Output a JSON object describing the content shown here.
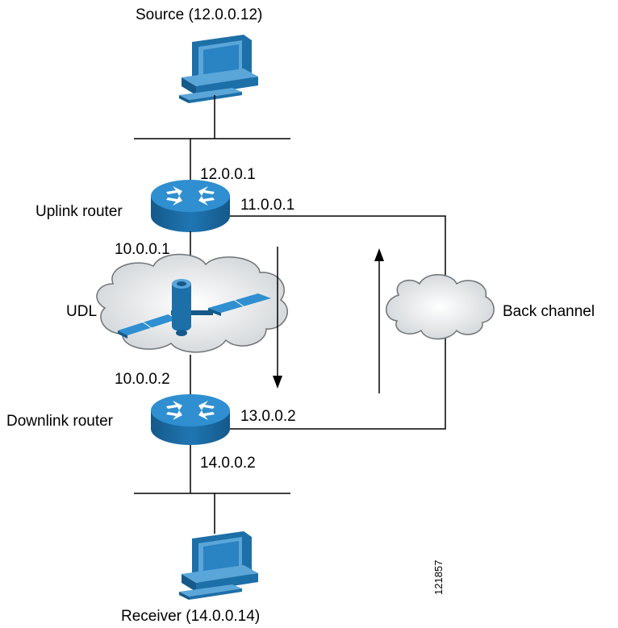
{
  "nodes": {
    "source": "Source (12.0.0.12)",
    "receiver": "Receiver (14.0.0.14)",
    "uplink_router": "Uplink router",
    "downlink_router": "Downlink router",
    "udl": "UDL",
    "back_channel": "Back channel"
  },
  "addresses": {
    "uplink_top": "12.0.0.1",
    "uplink_right": "11.0.0.1",
    "uplink_bottom": "10.0.0.1",
    "downlink_top": "10.0.0.2",
    "downlink_right": "13.0.0.2",
    "downlink_bottom": "14.0.0.2"
  },
  "figure_id": "121857",
  "colors": {
    "router_fill": "#1d6fa8",
    "router_top": "#2f8fd0",
    "monitor_fill": "#1d6fa8",
    "satellite_fill": "#2f8fd0",
    "line": "#000000"
  }
}
